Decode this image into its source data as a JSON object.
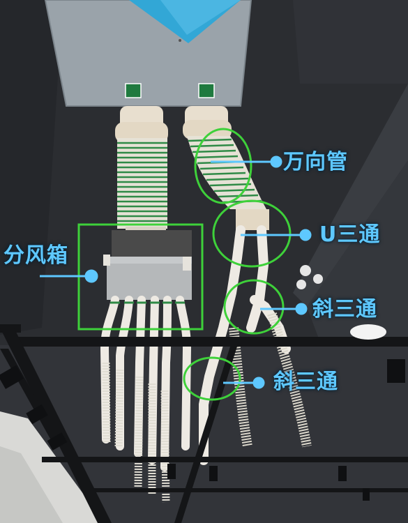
{
  "annotations": {
    "universal_pipe": "万向管",
    "u_tee": "U三通",
    "distribution_box": "分风箱",
    "oblique_tee_1": "斜三通",
    "oblique_tee_2": "斜三通"
  },
  "colors": {
    "label_blue": "#5ec8ff",
    "highlight_green": "#3ed13a",
    "ceiling": "#2b2d31",
    "fresh_air_unit": "#9aa3aa",
    "unit_accent": "#32a7d6",
    "pipe_white": "#eeeae3",
    "rib_green": "#2f8a46",
    "rail_black": "#141517"
  }
}
